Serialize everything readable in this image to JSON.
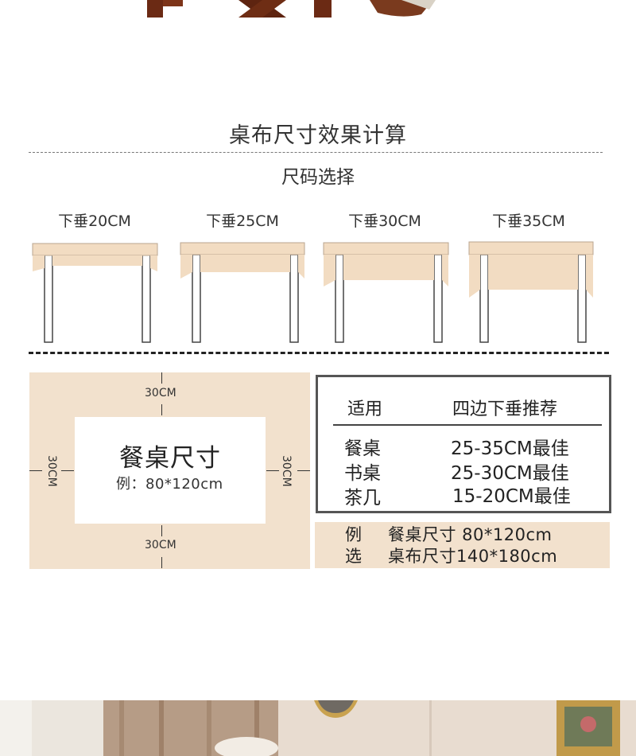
{
  "page": {
    "title": "桌布尺寸效果计算",
    "subtitle": "尺码选择"
  },
  "drops": [
    {
      "label": "下垂20CM"
    },
    {
      "label": "下垂25CM"
    },
    {
      "label": "下垂30CM"
    },
    {
      "label": "下垂35CM"
    }
  ],
  "diagram": {
    "title": "餐桌尺寸",
    "example": "例：80*120cm",
    "margin_top": "30CM",
    "margin_bottom": "30CM",
    "margin_left": "30CM",
    "margin_right": "30CM"
  },
  "recommend": {
    "col_use": "适用",
    "col_drop": "四边下垂推荐",
    "rows": [
      {
        "use": "餐桌",
        "drop": "25-35CM最佳"
      },
      {
        "use": "书桌",
        "drop": "25-30CM最佳"
      },
      {
        "use": "茶几",
        "drop": "15-20CM最佳"
      }
    ]
  },
  "example": {
    "line1_prefix": "例",
    "line1_text": "餐桌尺寸 80*120cm",
    "line2_prefix": "选",
    "line2_text": "桌布尺寸140*180cm"
  },
  "colors": {
    "cloth": "#f2dcc2",
    "cloth_edge": "#b9a58f",
    "panel": "#f2e1cd",
    "leg": "#ffffff",
    "leg_edge": "#444444"
  }
}
